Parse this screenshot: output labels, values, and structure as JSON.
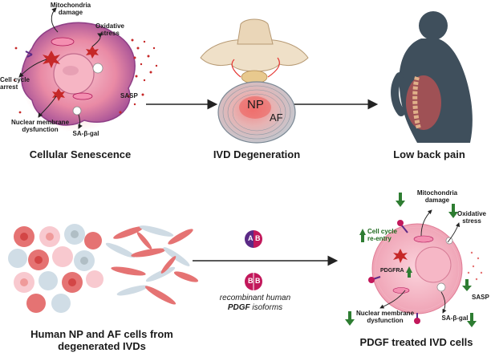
{
  "top": {
    "cell_labels": {
      "mito": "Mitochondria\ndamage",
      "oxidative": "Oxidative\nstress",
      "cell_cycle": "Cell cycle\narrest",
      "sasp": "SASP",
      "nuclear": "Nuclear membrane\ndysfunction",
      "sa_gal": "SA-β-gal"
    },
    "titles": {
      "senescence": "Cellular Senescence",
      "ivd": "IVD Degeneration",
      "pain": "Low back pain"
    },
    "disc_labels": {
      "np": "NP",
      "af": "AF"
    }
  },
  "bottom": {
    "titles": {
      "human_cells": "Human NP and AF cells from\ndegenerated IVDs",
      "treated": "PDGF treated IVD cells"
    },
    "badges": [
      {
        "left": "A",
        "right": "B",
        "left_color": "#5b2a86",
        "right_color": "#c2185b"
      },
      {
        "left": "B",
        "right": "B",
        "left_color": "#c2185b",
        "right_color": "#c2185b"
      }
    ],
    "treatment_text": {
      "line1": "recombinant human",
      "line2": "PDGF",
      "line3": "isoforms"
    },
    "cell_labels": {
      "mito": "Mitochondria\ndamage",
      "oxidative": "Oxidative\nstress",
      "cell_cycle": "Cell cycle\nre-entry",
      "pdgfra": "PDGFRA",
      "sasp": "SASP",
      "nuclear": "Nuclear membrane\ndysfunction",
      "sa_gal": "SA-β-gal"
    }
  },
  "colors": {
    "cell_pink": "#f4a6b6",
    "cell_purple": "#b46aa8",
    "disc_grey": "#cdd5dc",
    "arrow_green": "#2e7d32",
    "dot_red": "#c62828",
    "silhouette": "#3f4f5c"
  }
}
